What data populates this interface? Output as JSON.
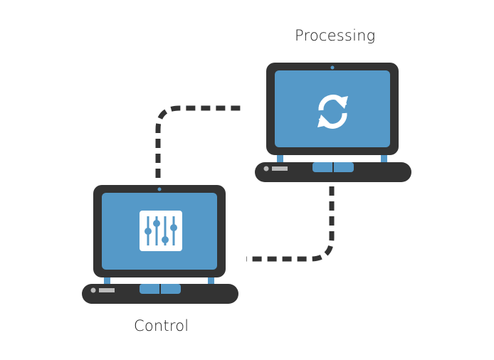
{
  "labels": {
    "processing": "Processing",
    "control": "Control"
  },
  "nodes": [
    {
      "id": "control-laptop",
      "label": "Control",
      "icon": "sliders-icon"
    },
    {
      "id": "processing-laptop",
      "label": "Processing",
      "icon": "sync-arrows-icon"
    }
  ],
  "connections": [
    {
      "from": "control-laptop",
      "to": "processing-laptop",
      "style": "dashed"
    },
    {
      "from": "processing-laptop",
      "to": "control-laptop",
      "style": "dashed"
    }
  ],
  "colors": {
    "laptop_body": "#333333",
    "screen": "#5599c8",
    "icon_bg": "#ffffff",
    "trackpad": "#5599c8",
    "indicator_light": "#bbbbbb",
    "connector": "#333333",
    "text": "#1a1a1a"
  }
}
